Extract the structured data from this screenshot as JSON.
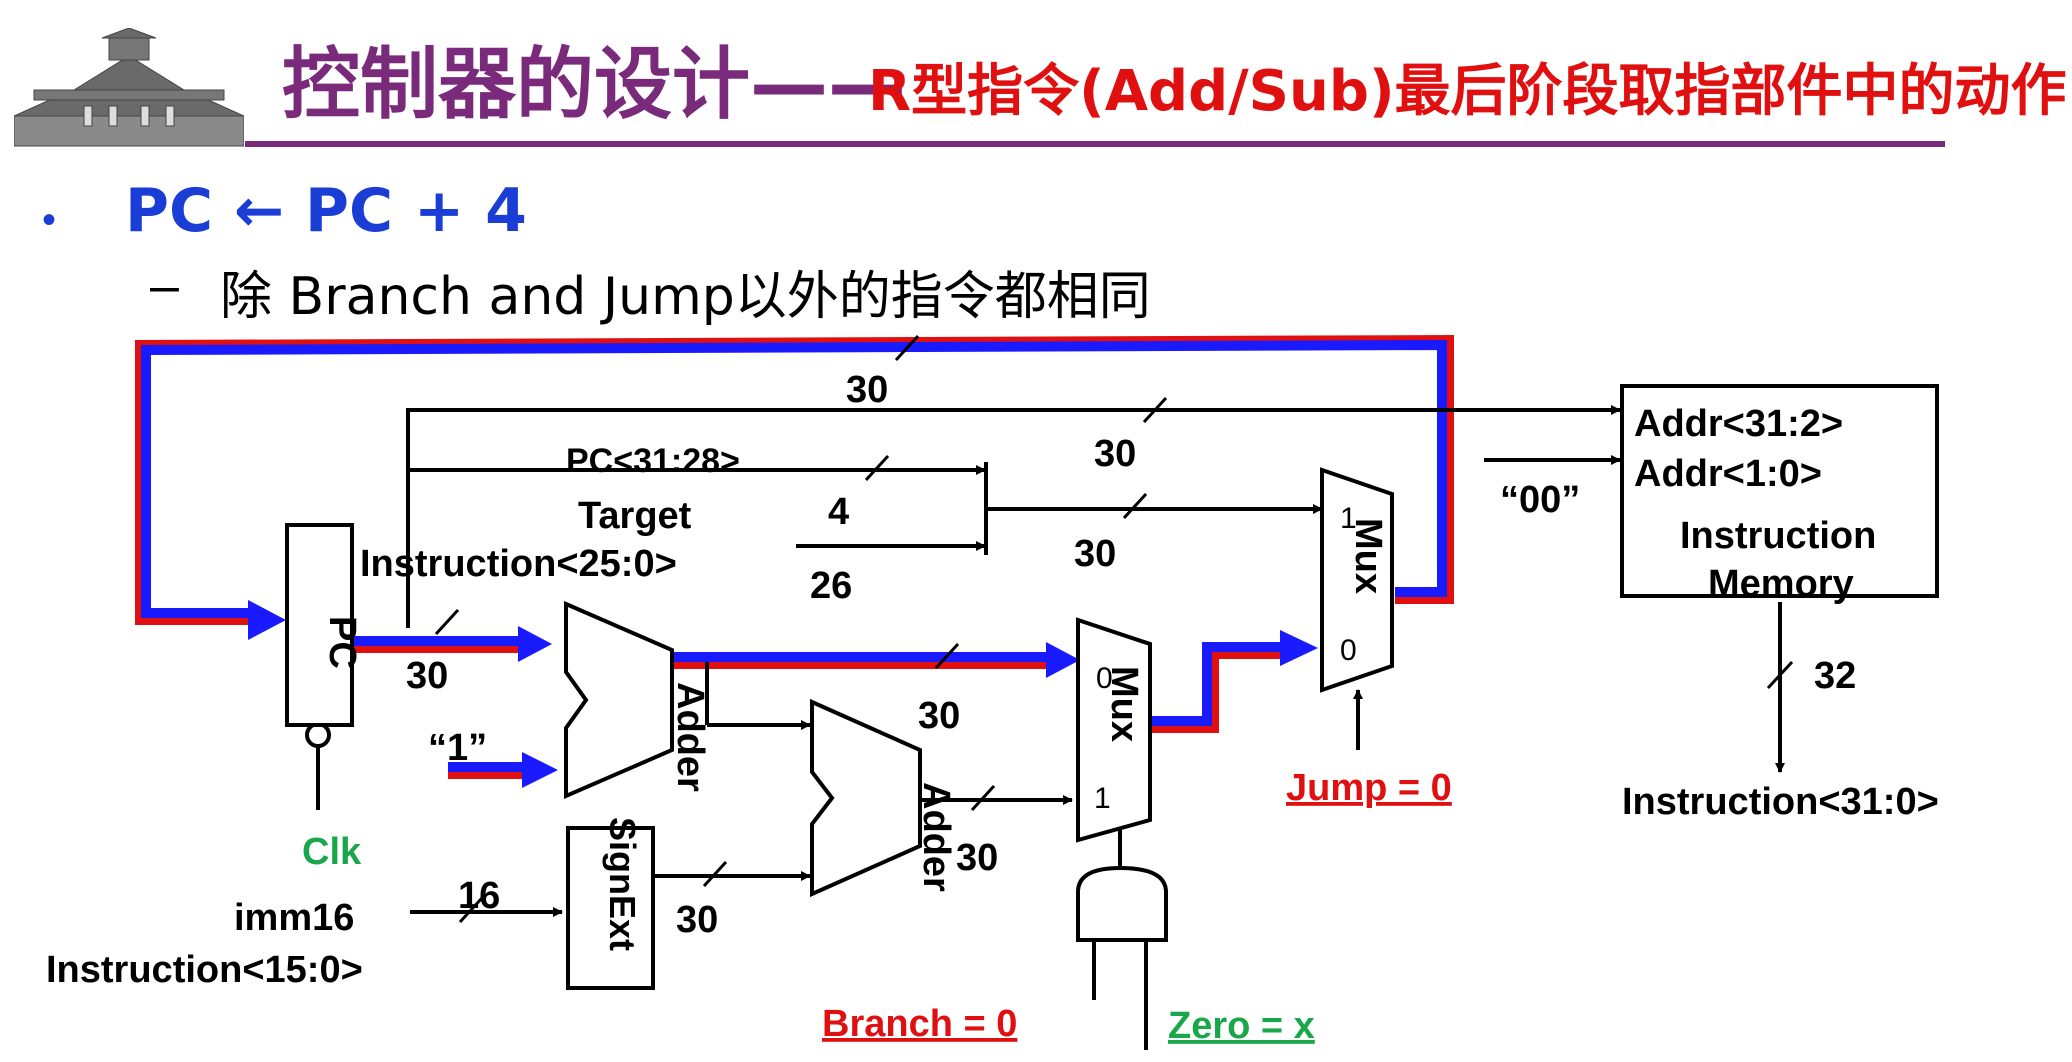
{
  "title": {
    "main": "控制器的设计——",
    "sub": "R型指令(Add/Sub)最后阶段取指部件中的动作"
  },
  "bullet": {
    "dot": "•",
    "text": "PC ← PC + 4",
    "sub_dash": "–",
    "sub_text": "除 Branch and Jump以外的指令都相同"
  },
  "diagram": {
    "pc_label": "PC",
    "clk_label": "Clk",
    "adder_label": "Adder",
    "mux_label": "Mux",
    "signext_label": "SignExt",
    "mux_in0": "0",
    "mux_in1": "1",
    "one_literal": "“1”",
    "zeros_literal": "“00”",
    "target_label": "Target",
    "instr_25_0": "Instruction<25:0>",
    "pc_31_28": "PC<31:28>",
    "imm16_label": "imm16",
    "instr_15_0": "Instruction<15:0>",
    "addr_31_2": "Addr<31:2>",
    "addr_1_0": "Addr<1:0>",
    "imem_line1": "Instruction",
    "imem_line2": "Memory",
    "instr_31_0": "Instruction<31:0>",
    "jump_ctrl": "Jump = 0",
    "branch_ctrl": "Branch = 0",
    "zero_ctrl": "Zero = x",
    "w30": "30",
    "w4": "4",
    "w26": "26",
    "w16": "16",
    "w32": "32"
  },
  "colors": {
    "title_purple": "#7a2a7a",
    "title_red": "#e01010",
    "bullet_blue": "#1a3dd6",
    "path_blue": "#1a1aff",
    "path_red": "#e01010",
    "clk_green": "#1aa64a",
    "zero_green": "#1aa64a"
  }
}
